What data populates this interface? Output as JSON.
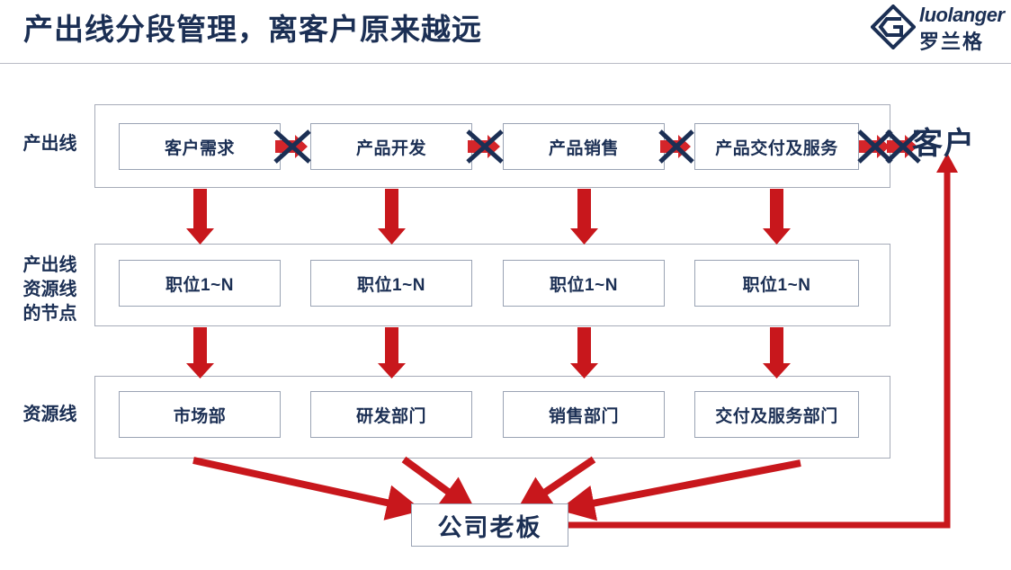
{
  "header": {
    "title": "产出线分段管理，离客户原来越远",
    "logo": {
      "mark_name": "luolanger-diamond-logo",
      "text_en": "luolanger",
      "text_cn": "罗兰格"
    },
    "divider_color": "#b9bcc6"
  },
  "colors": {
    "navy": "#1b2f54",
    "red": "#c8171c",
    "box_border": "#9aa3b4",
    "group_border": "#a6abb8",
    "background": "#ffffff"
  },
  "diagram": {
    "row_labels": {
      "row1": "产出线",
      "row2_line1": "产出线",
      "row2_line2": "资源线",
      "row2_line3": "的节点",
      "row3": "资源线"
    },
    "rows": [
      {
        "id": "output-line",
        "label": "产出线",
        "nodes": [
          "客户需求",
          "产品开发",
          "产品销售",
          "产品交付及服务"
        ]
      },
      {
        "id": "resource-nodes",
        "label": "产出线资源线的节点",
        "nodes": [
          "职位1~N",
          "职位1~N",
          "职位1~N",
          "职位1~N"
        ]
      },
      {
        "id": "resource-line",
        "label": "资源线",
        "nodes": [
          "市场部",
          "研发部门",
          "销售部门",
          "交付及服务部门"
        ]
      }
    ],
    "customer": "客户",
    "boss": "公司老板",
    "break_markers": {
      "name": "red-arrow-with-navy-x",
      "count": 5,
      "meaning": "断点"
    },
    "flow_arrows": {
      "vertical_down_count": 8,
      "converging_to_boss_count": 4,
      "boss_to_customer": true
    }
  }
}
